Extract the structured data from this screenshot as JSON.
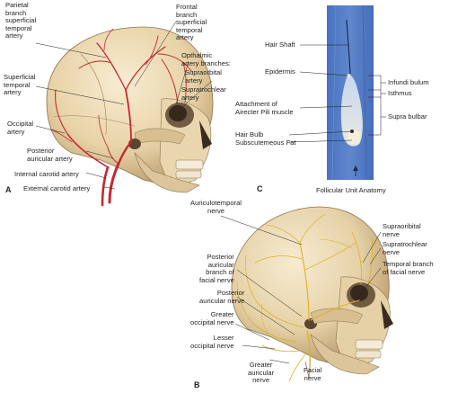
{
  "panel_a": {
    "letter": "A",
    "labels": {
      "parietal": "Parietal\nbranch\nsuperficial\ntemporal\nartery",
      "frontal": "Frontal\nbranch\nsuperficial\ntemporal\nartery",
      "ophthalmic": "Opthalmic\nartery branches:",
      "supraorbital": "Supraorbital\nartery",
      "supratrochlear": "Supratrochlear\nartery",
      "superficial_temporal": "Superficial\ntemporal\nartery",
      "occipital": "Occipital\nartery",
      "posterior_auricular": "Posterior\nauricular artery",
      "internal_carotid": "Internal carotid artery",
      "external_carotid": "External carotid artery"
    }
  },
  "panel_c": {
    "letter": "C",
    "caption": "Follicular Unit Anatomy",
    "labels": {
      "hair_shaft": "Hair Shaft",
      "epidermis": "Epidermis",
      "attachment": "Attachment of\nAirecter Pili muscle",
      "hair_bulb": "Hair Bulb",
      "subcutaneous_fat": "Subscutemeous Fat",
      "infundibulum": "Infundi bulum",
      "isthmus": "Isthmus",
      "supra_bulbar": "Supra bulbar"
    }
  },
  "panel_b": {
    "letter": "B",
    "labels": {
      "auriculotemporal": "Auriculotemporal\nnerve",
      "supraorbital": "Supraoribital\nnerve",
      "supratrochlear": "Supratrochlear\nnerve",
      "temporal_branch": "Temporal branch\nof facial nerve",
      "posterior_auricular_branch": "Posterior\nauricular\nbranch of\nfacial nerve",
      "posterior_auricular_nerve": "Posterior\nauricular nerve",
      "greater_occipital": "Greater\noccipital nerve",
      "lesser_occipital": "Lesser\noccipital nerve",
      "greater_auricular": "Greater\nauricular\nnerve",
      "facial": "Facial\nnerve"
    }
  }
}
